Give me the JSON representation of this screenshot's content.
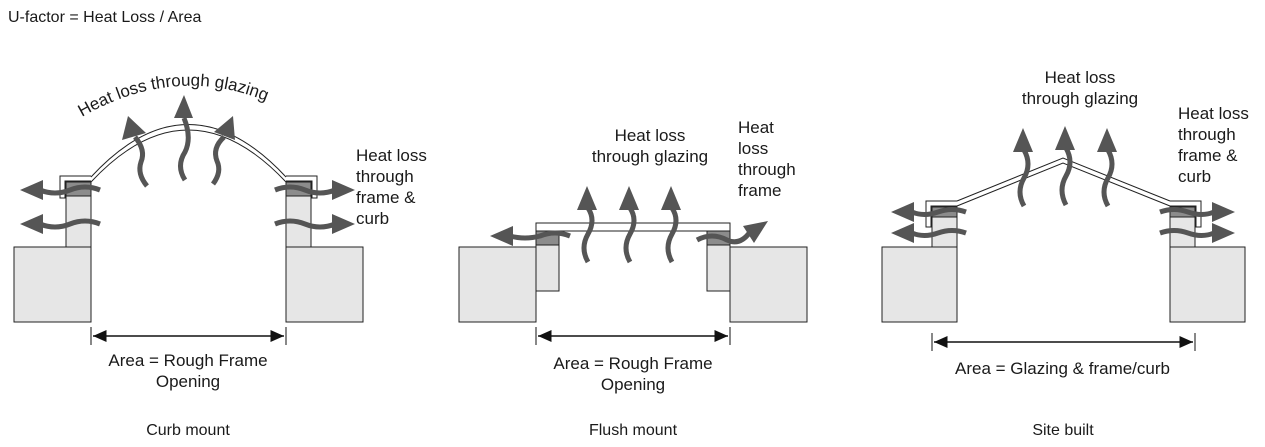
{
  "formula": "U-factor = Heat Loss / Area",
  "panels": [
    {
      "name": "Curb mount",
      "glazing_label": "Heat loss through glazing",
      "frame_label_lines": [
        "Heat loss",
        "through",
        "frame &",
        "curb"
      ],
      "area_label_lines": [
        "Area = Rough Frame",
        "Opening"
      ]
    },
    {
      "name": "Flush mount",
      "glazing_label_lines": [
        "Heat loss",
        "through glazing"
      ],
      "frame_label_lines": [
        "Heat",
        "loss",
        "through",
        "frame"
      ],
      "area_label_lines": [
        "Area = Rough Frame",
        "Opening"
      ]
    },
    {
      "name": "Site built",
      "glazing_label_lines": [
        "Heat loss",
        "through glazing"
      ],
      "frame_label_lines": [
        "Heat loss",
        "through",
        "frame &",
        "curb"
      ],
      "area_label_lines": [
        "Area = Glazing & frame/curb"
      ]
    }
  ],
  "colors": {
    "curb_fill": "#e6e6e6",
    "frame_fill": "#8c8c8c",
    "arrow_fill": "#555555",
    "outline": "#222222"
  }
}
